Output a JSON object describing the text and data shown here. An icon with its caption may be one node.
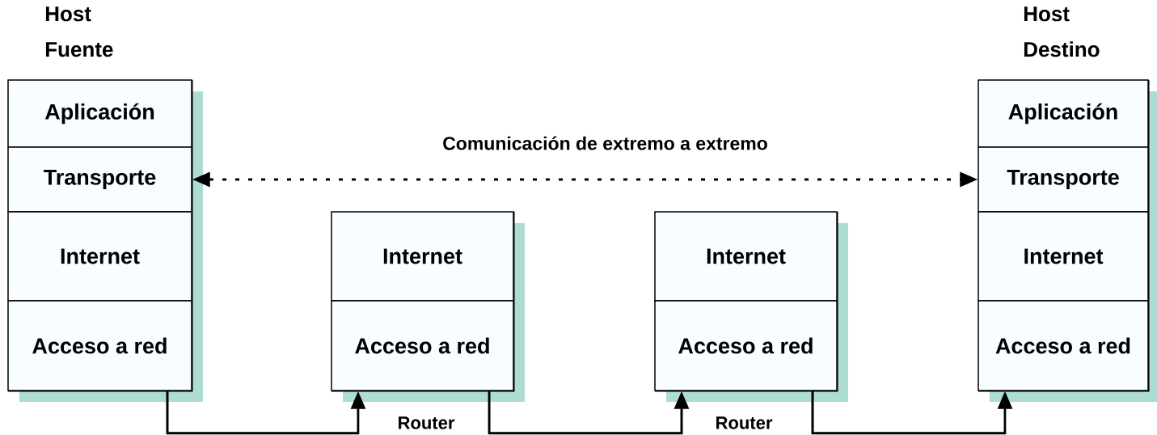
{
  "diagram": {
    "nodes": [
      {
        "text": [
          "Host Fuente"
        ]
      },
      {
        "text": [
          "Aplicación"
        ],
        "in": 0
      },
      {
        "text": [
          "Transporte"
        ],
        "in": 0
      },
      {
        "text": [
          "Internet"
        ],
        "in": 0
      },
      {
        "text": [
          "Acceso a red"
        ],
        "in": 0
      },
      {
        "text": [
          "Router"
        ]
      },
      {
        "text": [
          "Internet"
        ],
        "in": 5
      },
      {
        "text": [
          "Acceso a red"
        ],
        "in": 5
      },
      {
        "text": [
          "Router"
        ]
      },
      {
        "text": [
          "Internet"
        ],
        "in": 8
      },
      {
        "text": [
          "Acceso a red"
        ],
        "in": 8
      },
      {
        "text": [
          "Host Destino"
        ]
      },
      {
        "text": [
          "Aplicación"
        ],
        "in": 11
      },
      {
        "text": [
          "Transporte"
        ],
        "in": 11
      },
      {
        "text": [
          "Internet"
        ],
        "in": 11
      },
      {
        "text": [
          "Acceso a red"
        ],
        "in": 11
      }
    ],
    "edges": [
      {
        "from": 4,
        "to": 7,
        "arrow": "to"
      },
      {
        "from": 7,
        "to": 10,
        "arrow": "to"
      },
      {
        "from": 10,
        "to": 15,
        "arrow": "to"
      },
      {
        "from": 2,
        "to": 13,
        "arrow": "both",
        "style": "dashed",
        "label": "Comunicación de extremo a extremo"
      }
    ]
  }
}
